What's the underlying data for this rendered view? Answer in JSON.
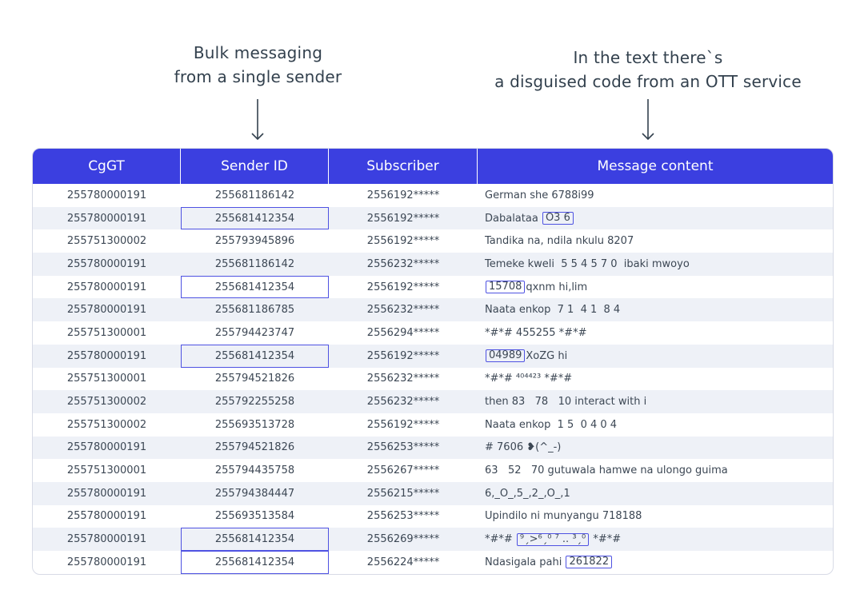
{
  "annotations": {
    "left": [
      "Bulk messaging",
      "from a single sender"
    ],
    "right": [
      "In the text there`s",
      "a disguised code from an OTT service"
    ]
  },
  "table": {
    "headers": [
      "CgGT",
      "Sender ID",
      "Subscriber",
      "Message content"
    ],
    "rows": [
      {
        "cggt": "255780000191",
        "sender": "255681186142",
        "subscriber": "2556192*****",
        "pre": "German she 6788i99",
        "code": "",
        "post": "",
        "hl": false
      },
      {
        "cggt": "255780000191",
        "sender": "255681412354",
        "subscriber": "2556192*****",
        "pre": "Dabalataa ",
        "code": "O3 6",
        "post": "",
        "hl": true
      },
      {
        "cggt": "255751300002",
        "sender": "255793945896",
        "subscriber": "2556192*****",
        "pre": "Tandika na, ndila nkulu 8207",
        "code": "",
        "post": "",
        "hl": false
      },
      {
        "cggt": "255780000191",
        "sender": "255681186142",
        "subscriber": "2556232*****",
        "pre": "Temeke kweli  5 5 4 5 7 0  ibaki mwoyo",
        "code": "",
        "post": "",
        "hl": false
      },
      {
        "cggt": "255780000191",
        "sender": "255681412354",
        "subscriber": "2556192*****",
        "pre": "",
        "code": "15708",
        "post": "qxnm hi,lim",
        "hl": true
      },
      {
        "cggt": "255780000191",
        "sender": "255681186785",
        "subscriber": "2556232*****",
        "pre": "Naata enkop  7 1  4 1  8 4",
        "code": "",
        "post": "",
        "hl": false
      },
      {
        "cggt": "255751300001",
        "sender": "255794423747",
        "subscriber": "2556294*****",
        "pre": "*#*# 455255 *#*#",
        "code": "",
        "post": "",
        "hl": false
      },
      {
        "cggt": "255780000191",
        "sender": "255681412354",
        "subscriber": "2556192*****",
        "pre": "",
        "code": "04989",
        "post": "XoZG hi",
        "hl": true
      },
      {
        "cggt": "255751300001",
        "sender": "255794521826",
        "subscriber": "2556232*****",
        "pre": "*#*# ⁴⁰⁴⁴²³ *#*#",
        "code": "",
        "post": "",
        "hl": false
      },
      {
        "cggt": "255751300002",
        "sender": "255792255258",
        "subscriber": "2556232*****",
        "pre": "then 83   78   10 interact with i",
        "code": "",
        "post": "",
        "hl": false
      },
      {
        "cggt": "255751300002",
        "sender": "255693513728",
        "subscriber": "2556192*****",
        "pre": "Naata enkop  1 5  0 4 0 4",
        "code": "",
        "post": "",
        "hl": false
      },
      {
        "cggt": "255780000191",
        "sender": "255794521826",
        "subscriber": "2556253*****",
        "pre": "# 7606 ❥(^_-)",
        "code": "",
        "post": "",
        "hl": false
      },
      {
        "cggt": "255751300001",
        "sender": "255794435758",
        "subscriber": "2556267*****",
        "pre": "63   52   70 gutuwala hamwe na ulongo guima",
        "code": "",
        "post": "",
        "hl": false
      },
      {
        "cggt": "255780000191",
        "sender": "255794384447",
        "subscriber": "2556215*****",
        "pre": "6,_O_,5_,2_,O_,1",
        "code": "",
        "post": "",
        "hl": false
      },
      {
        "cggt": "255780000191",
        "sender": "255693513584",
        "subscriber": "2556253*****",
        "pre": "Upindilo ni munyangu 718188",
        "code": "",
        "post": "",
        "hl": false
      },
      {
        "cggt": "255780000191",
        "sender": "255681412354",
        "subscriber": "2556269*****",
        "pre": "*#*# ",
        "code": "⁹ˏ>⁶ˏ⁰ ⁷ .. ³ˏ⁰",
        "post": " *#*#",
        "hl": true
      },
      {
        "cggt": "255780000191",
        "sender": "255681412354",
        "subscriber": "2556224*****",
        "pre": "Ndasigala pahi ",
        "code": "261822",
        "post": "",
        "hl": true
      }
    ]
  }
}
